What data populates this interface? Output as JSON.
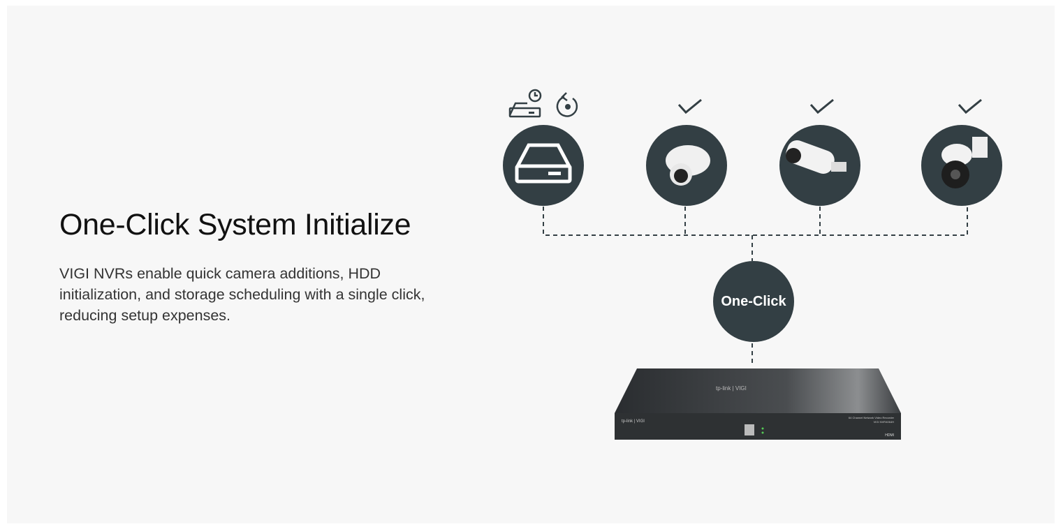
{
  "title": "One-Click System Initialize",
  "description": "VIGI NVRs enable quick camera additions, HDD initialization, and storage scheduling with a single click, reducing setup expenses.",
  "center_label": "One-Click",
  "device": {
    "brand": "tp-link | VIGI",
    "model_line1": "64 Channel Network Video Recorder",
    "model_line2": "VIGI NVR4064H",
    "port_label": "HDMI"
  },
  "colors": {
    "circle": "#333f44",
    "background": "#f7f7f7"
  }
}
